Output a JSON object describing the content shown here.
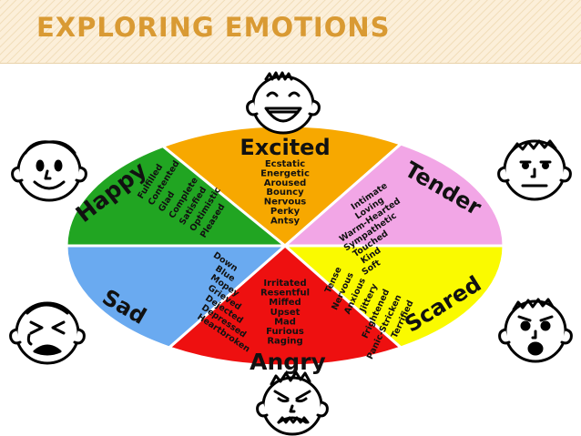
{
  "title": "EXPLORING EMOTIONS",
  "colors": {
    "excited": "#f7a800",
    "tender": "#f2a6e6",
    "scared": "#fafa00",
    "angry": "#ee1010",
    "sad": "#6aaaf0",
    "happy": "#21a522",
    "title": "#d99a33",
    "banner": "#fcefd9"
  },
  "wheel": {
    "segments": [
      {
        "id": "excited",
        "name": "Excited",
        "words": [
          "Ecstatic",
          "Energetic",
          "Aroused",
          "Bouncy",
          "Nervous",
          "Perky",
          "Antsy"
        ]
      },
      {
        "id": "tender",
        "name": "Tender",
        "words": [
          "Intimate",
          "Loving",
          "Warm-Hearted",
          "Sympathetic",
          "Touched",
          "Kind",
          "Soft"
        ]
      },
      {
        "id": "scared",
        "name": "Scared",
        "words": [
          "Tense",
          "Nervous",
          "Anxious",
          "Jittery",
          "Frightened",
          "Panic-Stricken",
          "Terrified"
        ]
      },
      {
        "id": "angry",
        "name": "Angry",
        "words": [
          "Irritated",
          "Resentful",
          "Miffed",
          "Upset",
          "Mad",
          "Furious",
          "Raging"
        ]
      },
      {
        "id": "sad",
        "name": "Sad",
        "words": [
          "Down",
          "Blue",
          "Mopey",
          "Grieved",
          "Dejected",
          "Depressed",
          "Heartbroken"
        ]
      },
      {
        "id": "happy",
        "name": "Happy",
        "words": [
          "Fulfilled",
          "Contented",
          "Glad",
          "Complete",
          "Satisfied",
          "Optimistic",
          "Pleased"
        ]
      }
    ]
  },
  "faces": [
    {
      "id": "laughing",
      "icon": "laughing-face-icon"
    },
    {
      "id": "smiling",
      "icon": "smiling-face-icon"
    },
    {
      "id": "neutral",
      "icon": "neutral-face-icon"
    },
    {
      "id": "crying",
      "icon": "crying-face-icon"
    },
    {
      "id": "shocked",
      "icon": "shocked-face-icon"
    },
    {
      "id": "angry",
      "icon": "angry-face-icon"
    }
  ]
}
